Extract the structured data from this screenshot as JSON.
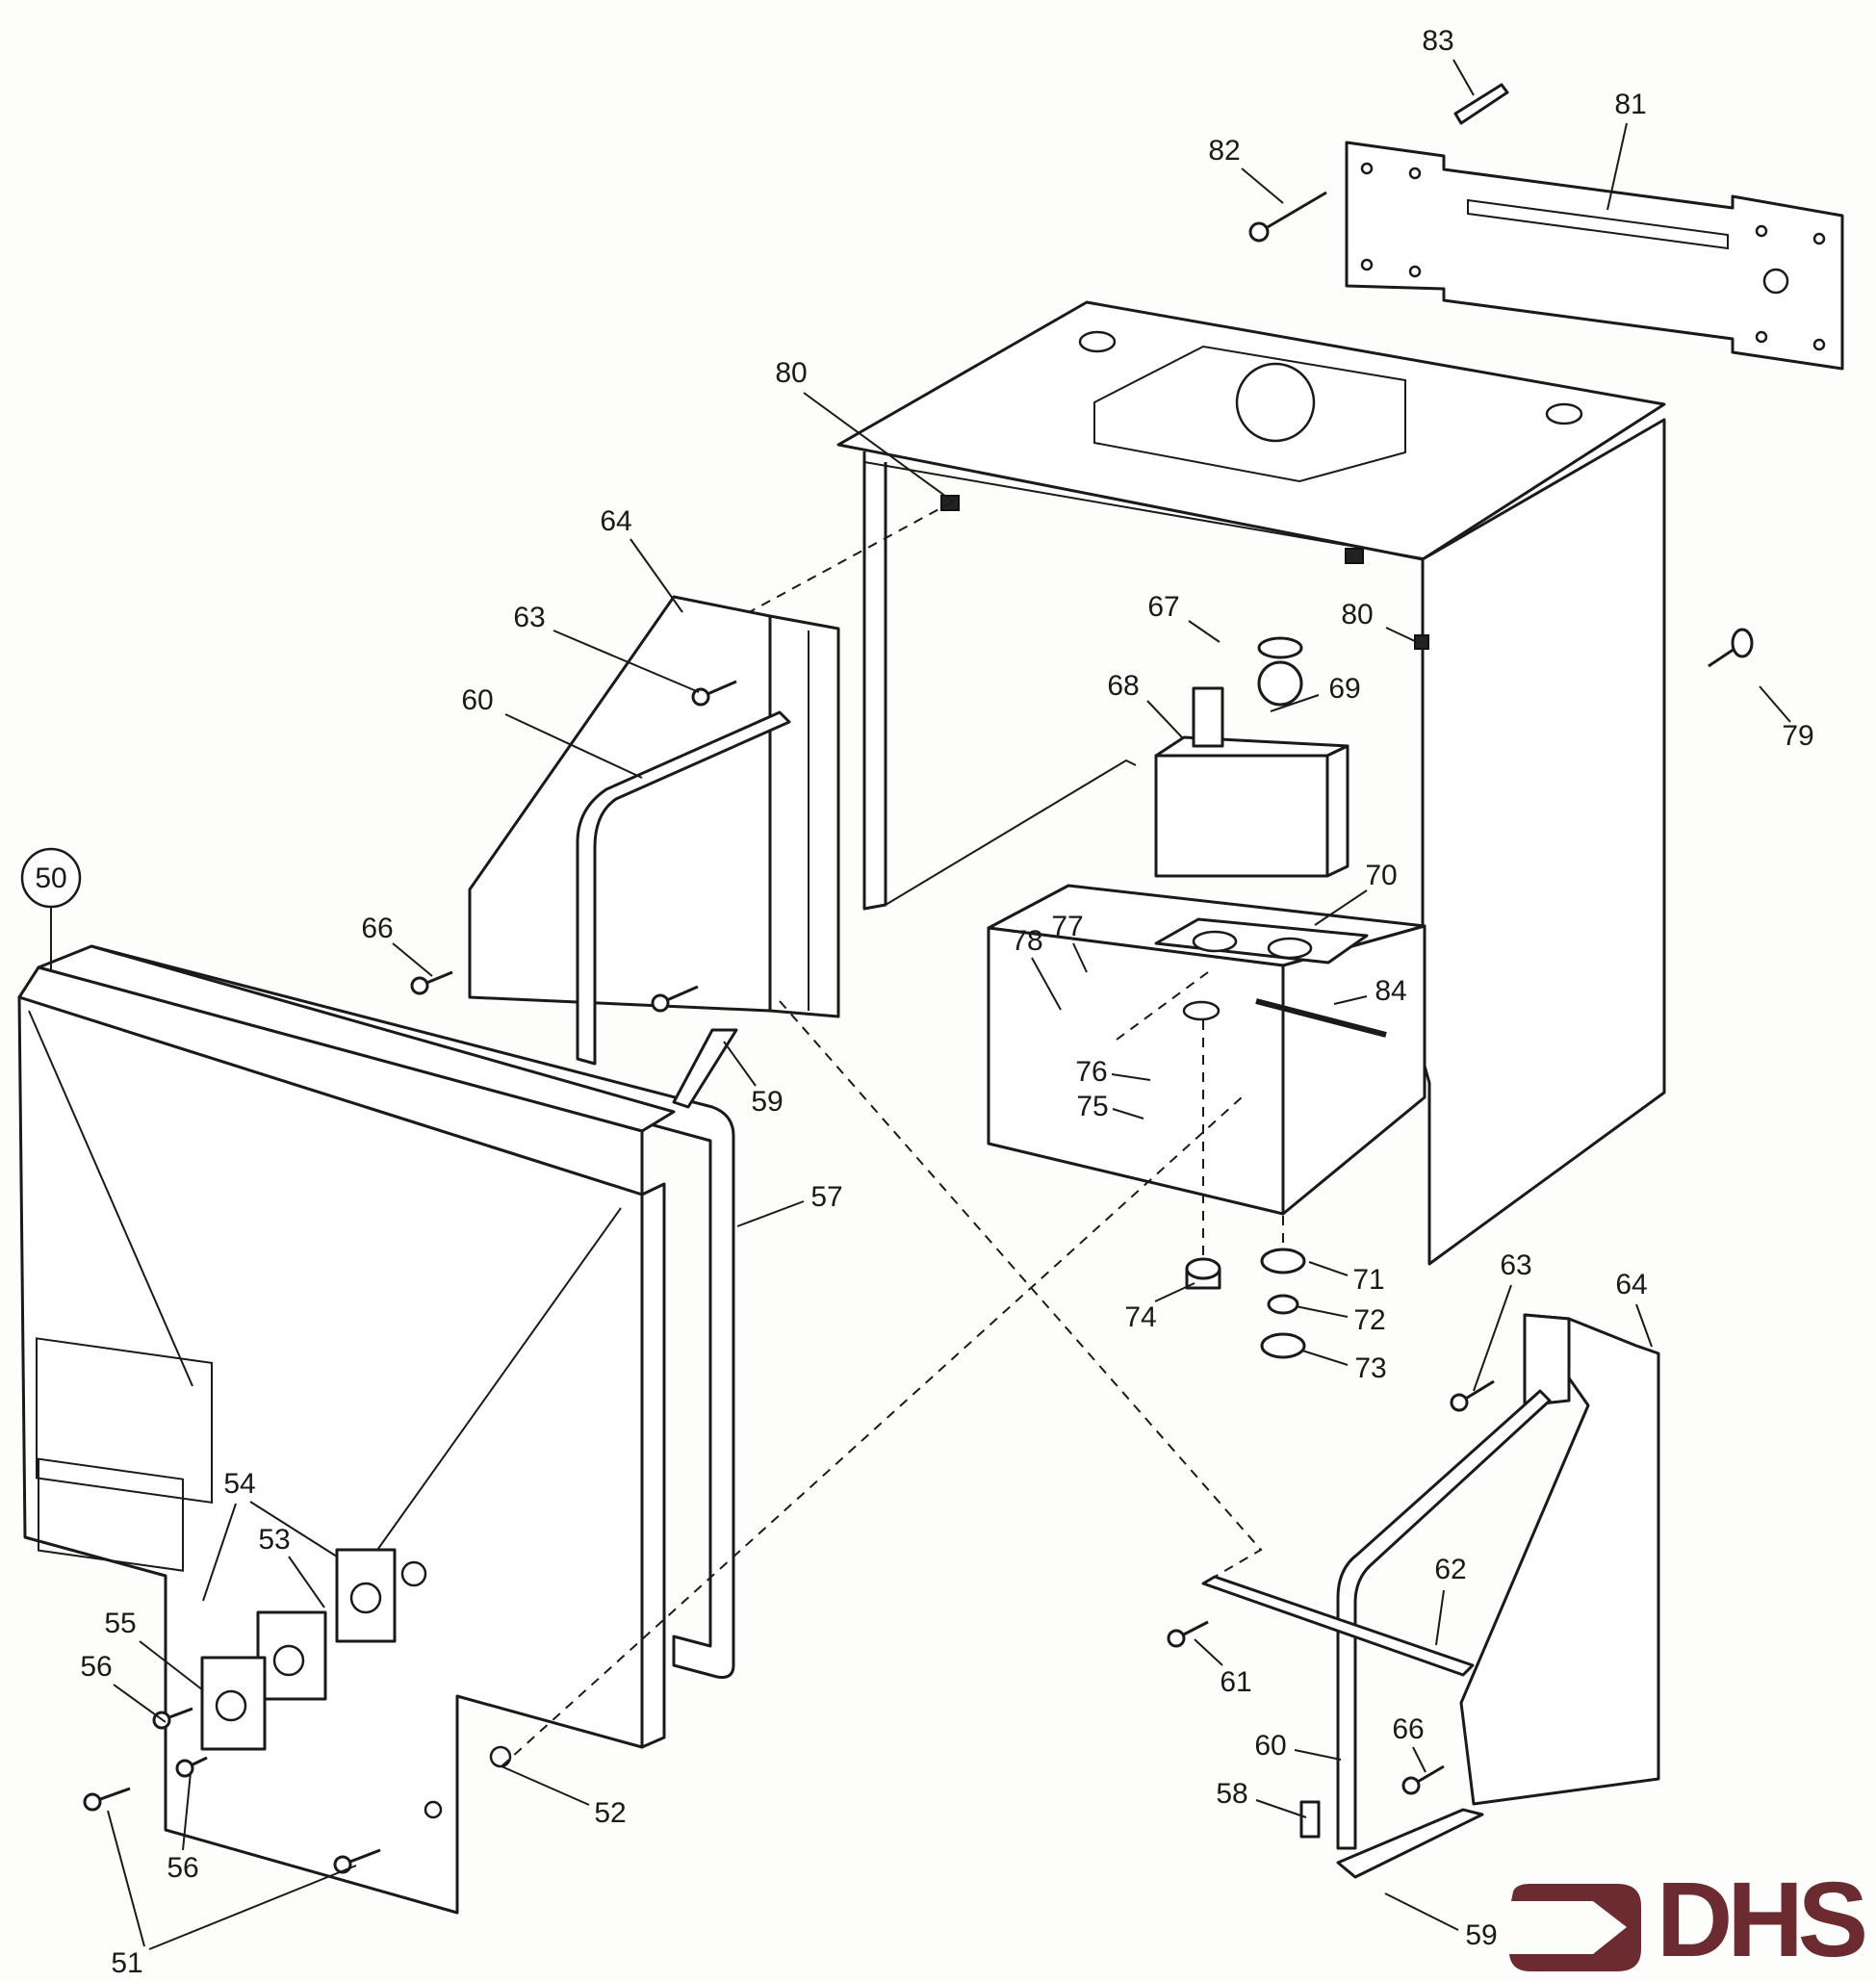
{
  "diagram": {
    "title_callout": "50",
    "labels": [
      "83",
      "81",
      "82",
      "80",
      "64",
      "63",
      "60",
      "67",
      "80",
      "68",
      "69",
      "79",
      "70",
      "66",
      "78",
      "77",
      "84",
      "76",
      "75",
      "59",
      "57",
      "71",
      "63",
      "64",
      "72",
      "74",
      "73",
      "54",
      "53",
      "62",
      "55",
      "56",
      "61",
      "66",
      "60",
      "58",
      "52",
      "56",
      "59",
      "51"
    ],
    "logo_text": "DHS",
    "colors": {
      "logo": "#6b2b30",
      "line": "#1a1a1a"
    }
  }
}
